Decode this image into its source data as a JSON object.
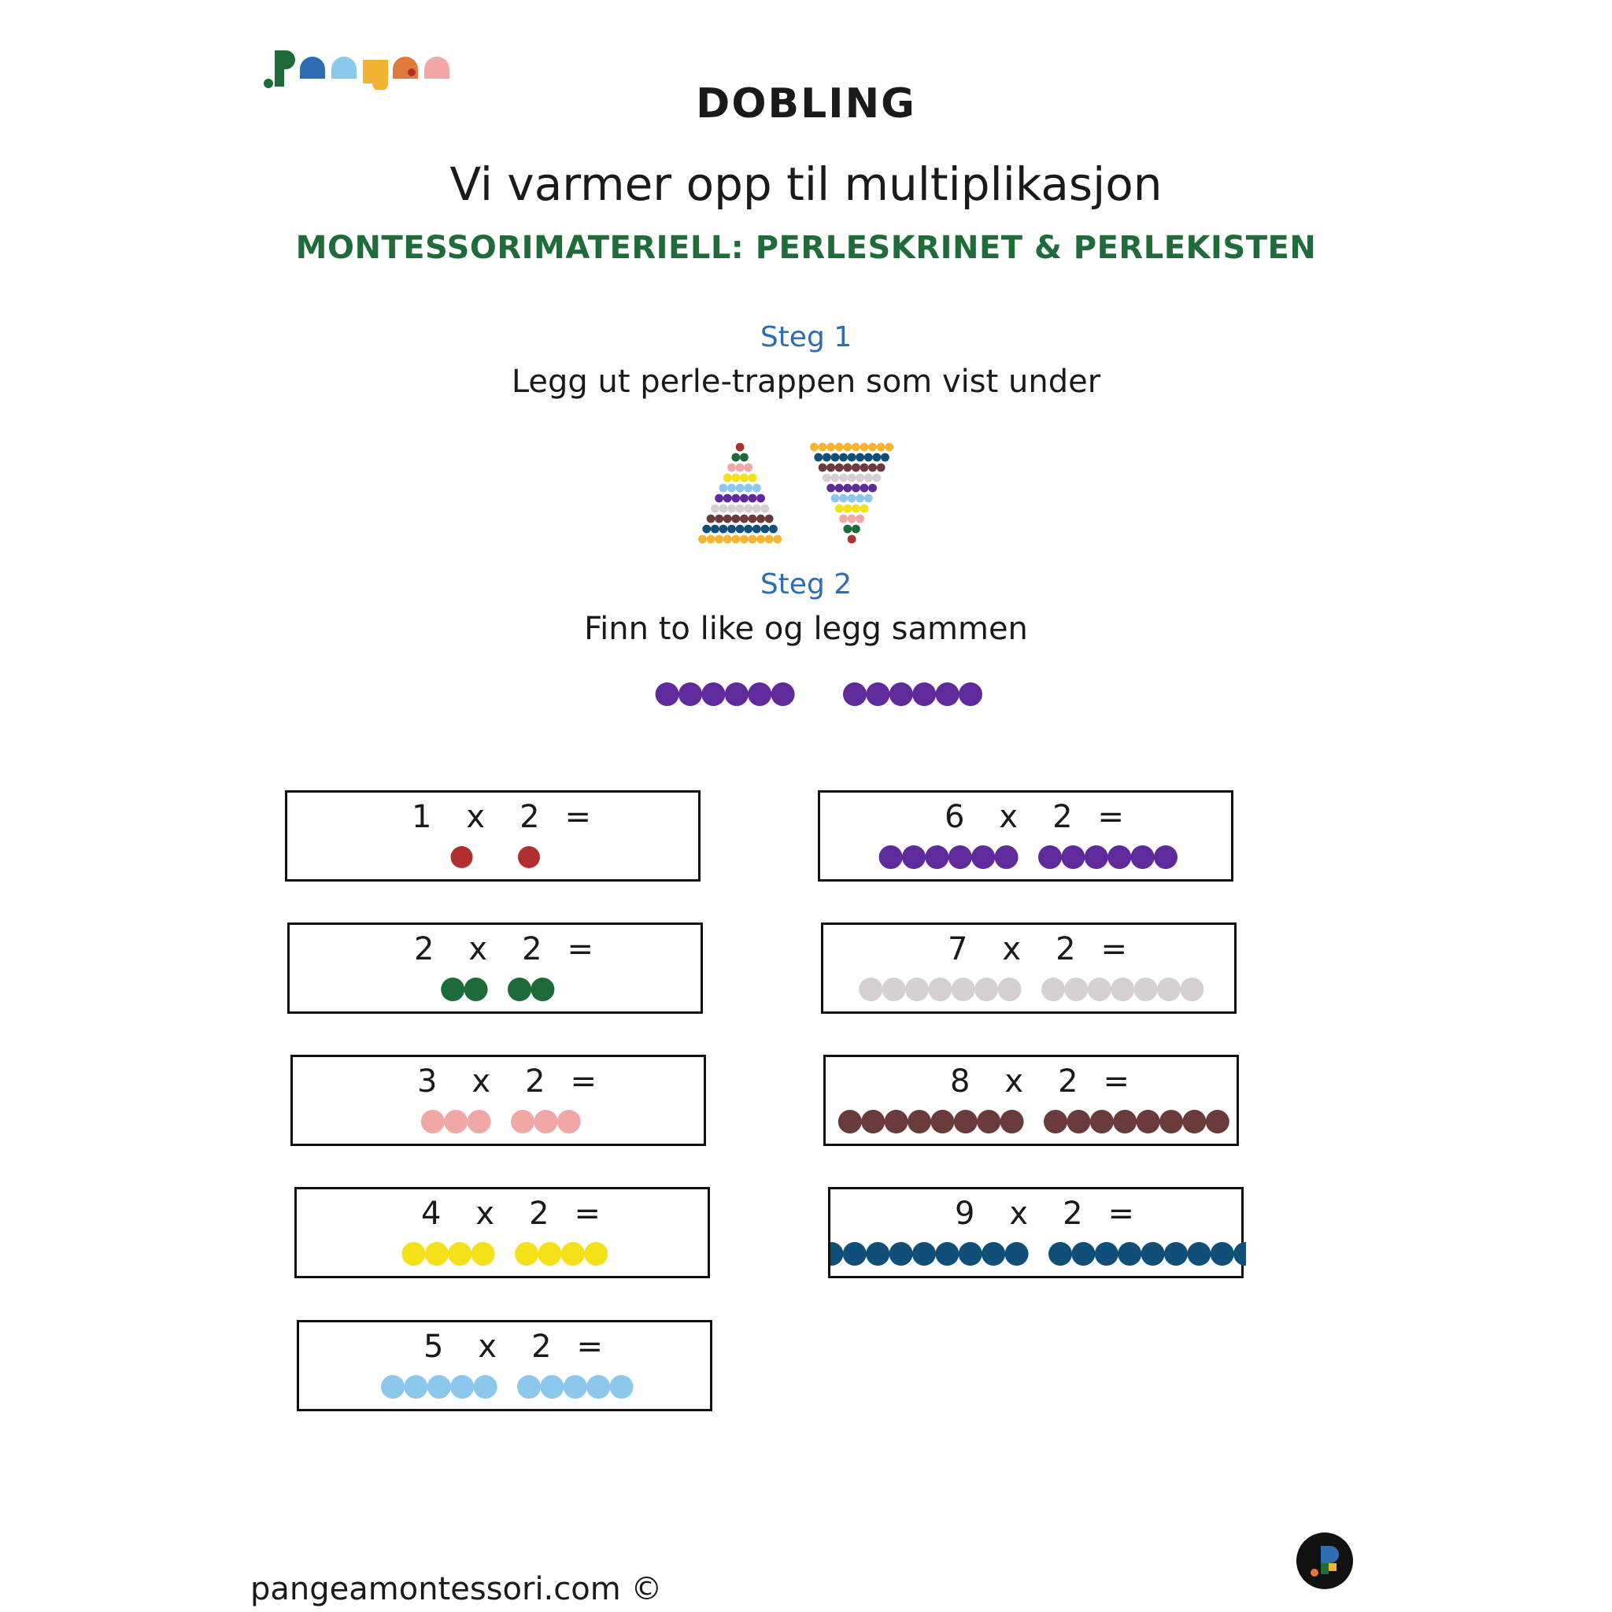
{
  "brand": {
    "logo_text": "pangea"
  },
  "document": {
    "title": "DOBLING",
    "subtitle": "Vi varmer opp til multiplikasjon",
    "material": "MONTESSORIMATERIELL: PERLESKRINET & PERLEKISTEN"
  },
  "steps": [
    {
      "label": "Steg 1",
      "text": "Legg ut perle-trappen som vist under"
    },
    {
      "label": "Steg 2",
      "text": "Finn to like og legg sammen"
    }
  ],
  "bead_colors": {
    "1": "#b03030",
    "2": "#1e6b3a",
    "3": "#f2a7a7",
    "4": "#f5e11a",
    "5": "#8cc7ee",
    "6": "#5e2a9c",
    "7": "#d6d0d3",
    "8": "#6b3a3a",
    "9": "#0f4f78",
    "10": "#f4b433"
  },
  "example": {
    "bead_count": 6
  },
  "cards": [
    {
      "multiplicand": "1",
      "times": "x",
      "multiplier": "2",
      "equals": "=",
      "bead_count": 1
    },
    {
      "multiplicand": "2",
      "times": "x",
      "multiplier": "2",
      "equals": "=",
      "bead_count": 2
    },
    {
      "multiplicand": "3",
      "times": "x",
      "multiplier": "2",
      "equals": "=",
      "bead_count": 3
    },
    {
      "multiplicand": "4",
      "times": "x",
      "multiplier": "2",
      "equals": "=",
      "bead_count": 4
    },
    {
      "multiplicand": "5",
      "times": "x",
      "multiplier": "2",
      "equals": "=",
      "bead_count": 5
    },
    {
      "multiplicand": "6",
      "times": "x",
      "multiplier": "2",
      "equals": "=",
      "bead_count": 6
    },
    {
      "multiplicand": "7",
      "times": "x",
      "multiplier": "2",
      "equals": "=",
      "bead_count": 7
    },
    {
      "multiplicand": "8",
      "times": "x",
      "multiplier": "2",
      "equals": "=",
      "bead_count": 8
    },
    {
      "multiplicand": "9",
      "times": "x",
      "multiplier": "2",
      "equals": "=",
      "bead_count": 9
    }
  ],
  "footer": {
    "url": "pangeamontessori.com ©"
  }
}
